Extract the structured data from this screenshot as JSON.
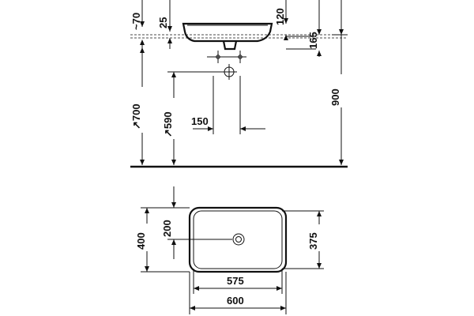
{
  "dimensions": {
    "approx_70": "~70",
    "d25": "25",
    "d120": "120",
    "d165": "165",
    "d900": "900",
    "approx_700": "↗700",
    "approx_590": "↗590",
    "d150": "150",
    "d400": "400",
    "d200": "200",
    "d375": "375",
    "d575": "575",
    "d600": "600"
  }
}
